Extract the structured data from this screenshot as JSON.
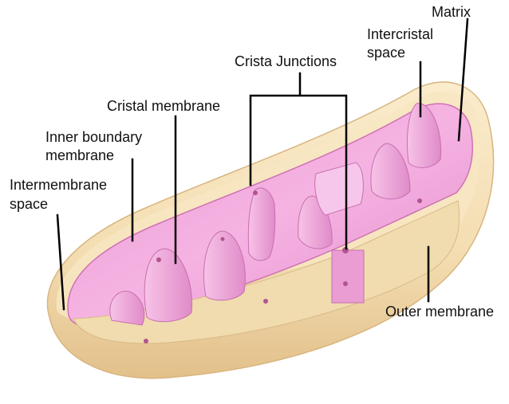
{
  "labels": {
    "matrix": "Matrix",
    "intercristal_l1": "Intercristal",
    "intercristal_l2": "space",
    "crista_junctions": "Crista Junctions",
    "cristal_membrane": "Cristal membrane",
    "inner_boundary_l1": "Inner boundary",
    "inner_boundary_l2": "membrane",
    "intermembrane_l1": "Intermembrane",
    "intermembrane_l2": "space",
    "outer_membrane": "Outer membrane"
  },
  "colors": {
    "outer": "#f3dcb0",
    "outer_shade": "#e3c38f",
    "inner": "#f1a0d9",
    "inner_light": "#f9c8ea",
    "inner_dark": "#d77bbd",
    "line": "#000000"
  }
}
